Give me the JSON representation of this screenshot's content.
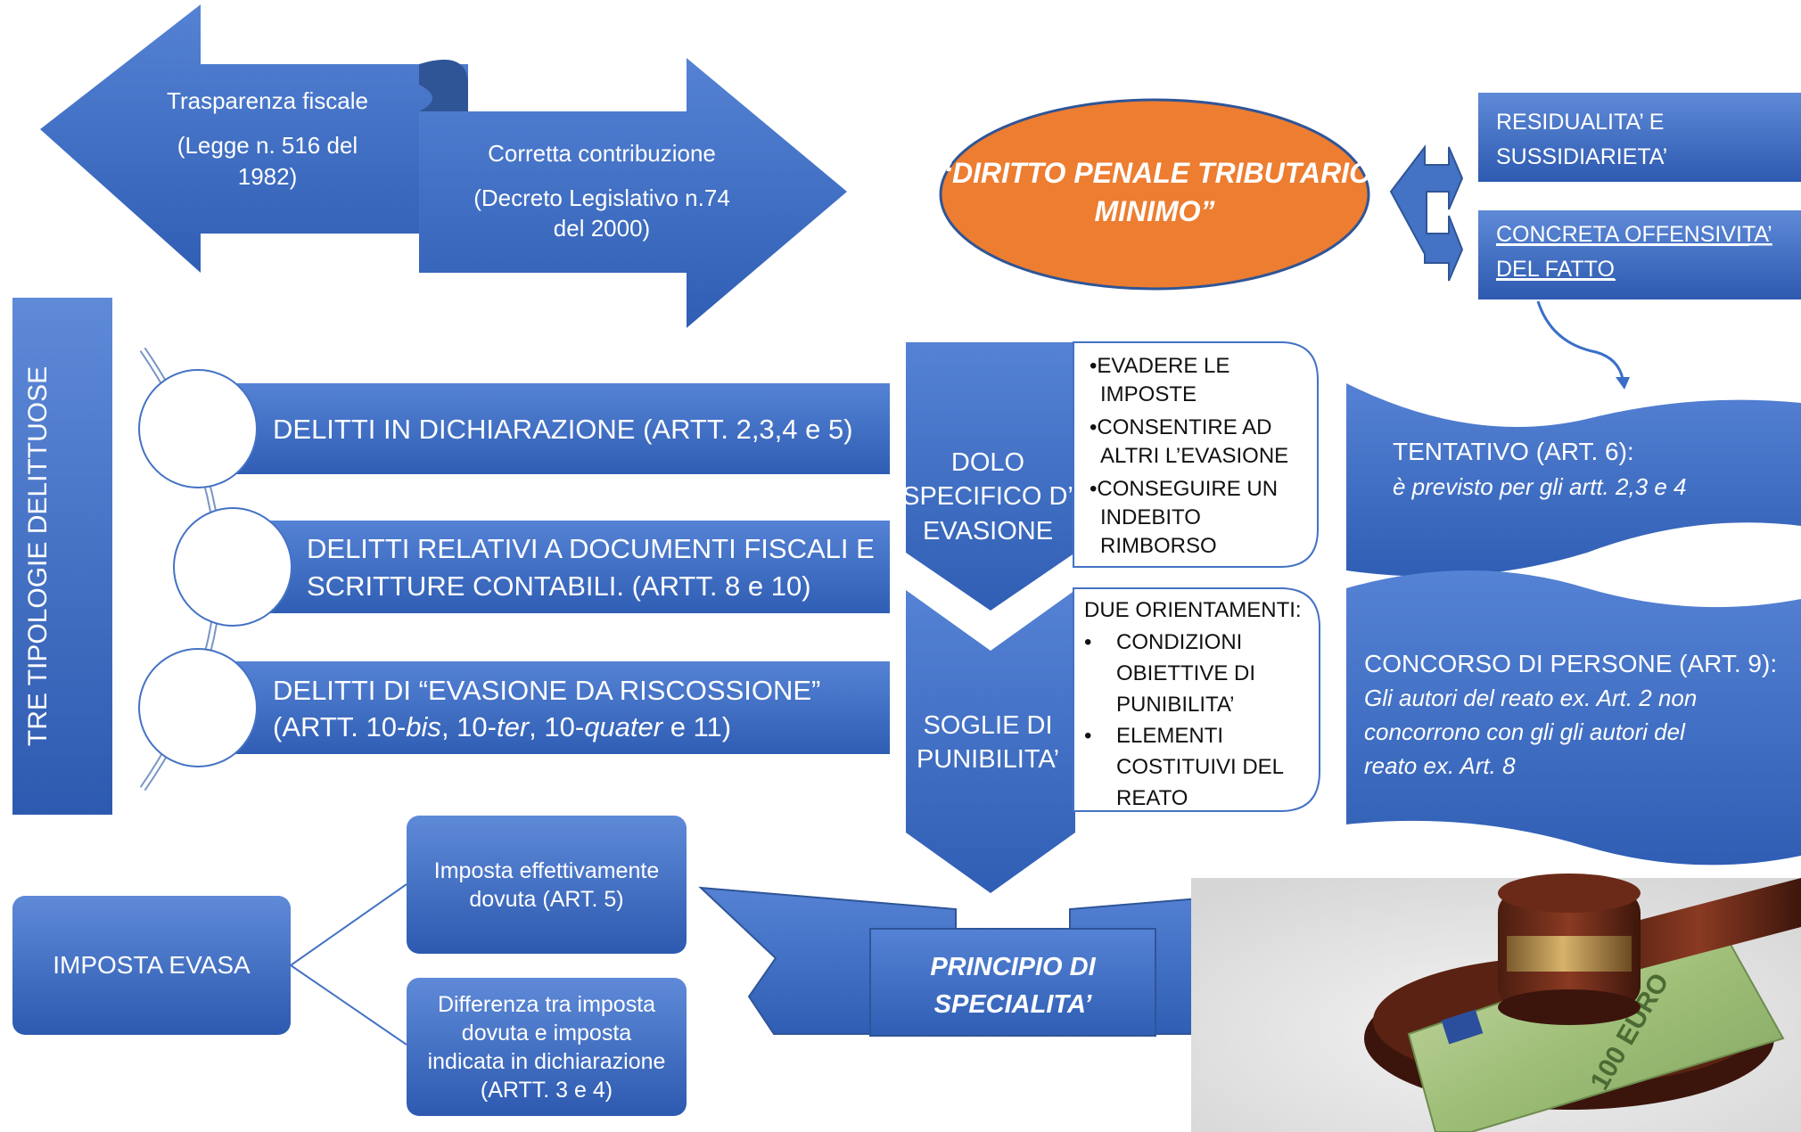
{
  "arrows": {
    "left": {
      "title": "Trasparenza fiscale",
      "ref_line1": "(Legge n. 516 del",
      "ref_line2": "1982)"
    },
    "right": {
      "title": "Corretta contribuzione",
      "ref_line1": "(Decreto Legislativo n.74",
      "ref_line2": "del 2000)"
    }
  },
  "core": {
    "line1": "“DIRITTO PENALE TRIBUTARIO",
    "line2": "MINIMO”"
  },
  "principles": {
    "residualita_line1": "RESIDUALITA’ E",
    "residualita_line2": "SUSSIDIARIETA’",
    "offensivita_line1": "CONCRETA OFFENSIVITA’",
    "offensivita_line2": "DEL FATTO"
  },
  "typologies": {
    "vertical_label": "TRE TIPOLOGIE DELITTUOSE",
    "item1": "DELITTI IN DICHIARAZIONE  (ARTT. 2,3,4 e 5)",
    "item2_line1": "DELITTI RELATIVI A DOCUMENTI FISCALI E",
    "item2_line2": "SCRITTURE CONTABILI.  (ARTT. 8 e 10)",
    "item3_line1": "DELITTI DI “EVASIONE DA RISCOSSIONE”",
    "item3_line2": {
      "p1": "(ARTT. 10-",
      "bis": "bis",
      "p2": ", 10-",
      "ter": "ter",
      "p3": ", 10-",
      "quater": "quater",
      "p4": " e 11)"
    }
  },
  "dolo": {
    "label_line1": "DOLO",
    "label_line2": "SPECIFICO D’",
    "label_line3": "EVASIONE",
    "bullets": [
      "•EVADERE LE",
      "IMPOSTE",
      "•CONSENTIRE AD",
      "ALTRI L’EVASIONE",
      "•CONSEGUIRE UN",
      "INDEBITO",
      "RIMBORSO"
    ]
  },
  "soglie": {
    "label_line1": "SOGLIE DI",
    "label_line2": "PUNIBILITA’",
    "heading": "DUE ORIENTAMENTI:",
    "bullet1": [
      "CONDIZIONI",
      "OBIETTIVE DI",
      "PUNIBILITA’"
    ],
    "bullet2": [
      "ELEMENTI",
      "COSTITUIVI DEL",
      "REATO"
    ]
  },
  "tentativo": {
    "title": "TENTATIVO (ART. 6):",
    "text": "è previsto per gli artt. 2,3 e 4"
  },
  "concorso": {
    "title": "CONCORSO DI PERSONE (ART. 9):",
    "line1": "Gli autori del reato ex. Art. 2 non",
    "line2": "concorrono con gli gli autori del",
    "line3": "reato ex. Art. 8"
  },
  "imposta": {
    "label": "IMPOSTA EVASA",
    "box1_line1": "Imposta effettivamente",
    "box1_line2": "dovuta (ART. 5)",
    "box2_line1": "Differenza tra imposta",
    "box2_line2": "dovuta e imposta",
    "box2_line3": "indicata in dichiarazione",
    "box2_line4": "(ARTT. 3 e 4)"
  },
  "specialita": {
    "line1": "PRINCIPIO DI",
    "line2": "SPECIALITA’"
  },
  "photo": {
    "banknote_text": "100 EURO"
  },
  "colors": {
    "blue": "#4472c4",
    "dark_blue": "#2f5597",
    "orange": "#ed7d31"
  }
}
